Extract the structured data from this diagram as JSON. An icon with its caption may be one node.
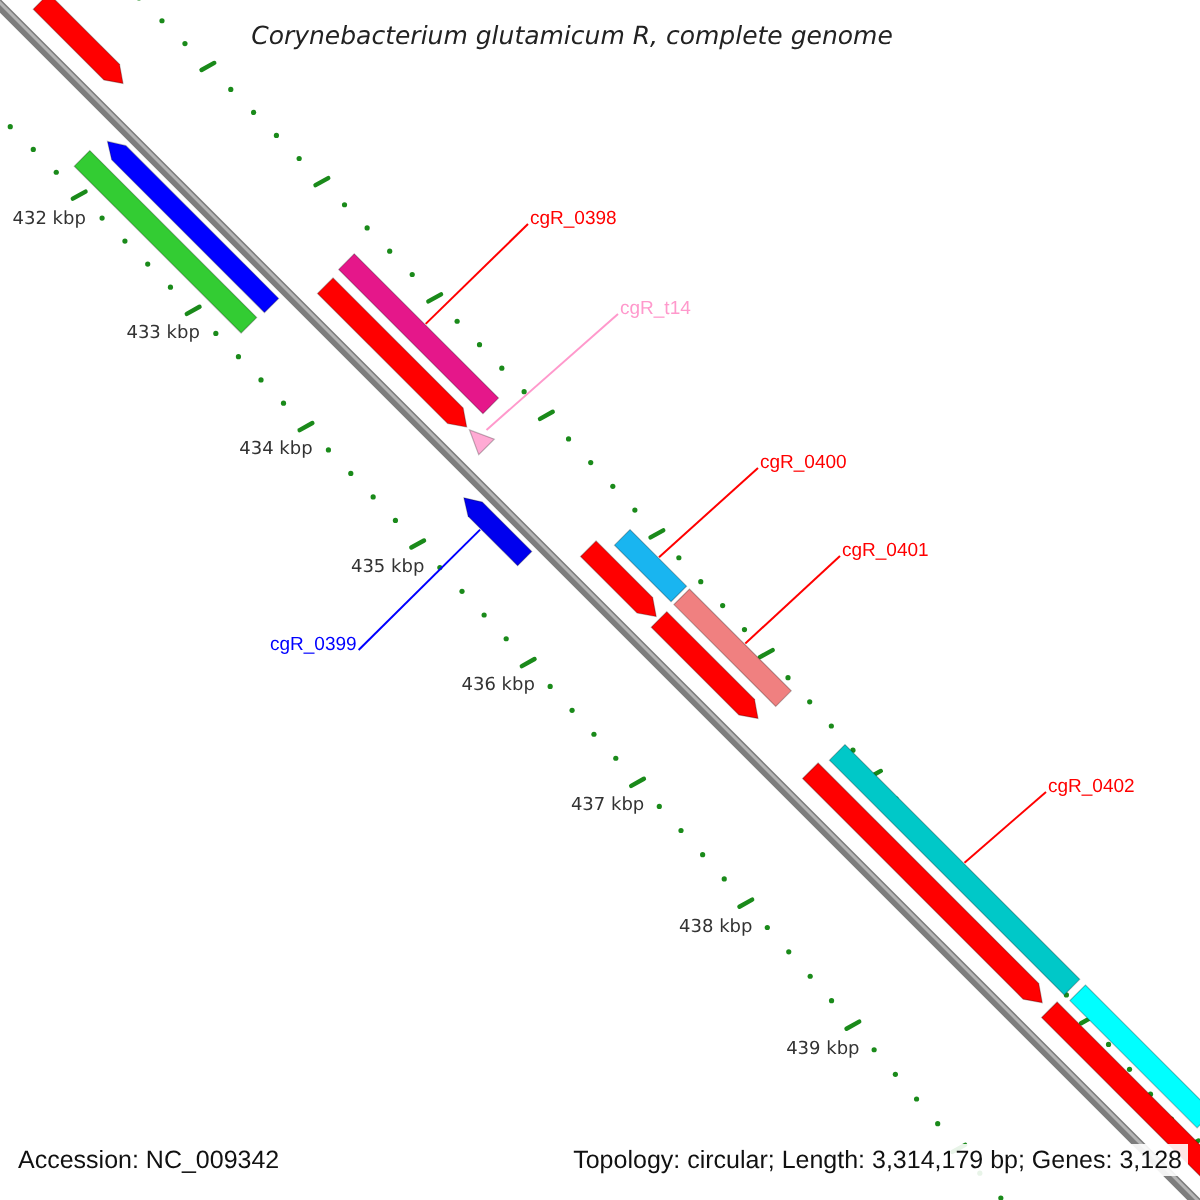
{
  "diagram": {
    "title": "Corynebacterium glutamicum R, complete genome",
    "nodes": [
      {
        "text": [
          "cgR_0398"
        ]
      },
      {
        "text": [
          "cgR_t14"
        ]
      },
      {
        "text": [
          "cgR_0400"
        ]
      },
      {
        "text": [
          "cgR_0401"
        ]
      },
      {
        "text": [
          "cgR_0399"
        ]
      },
      {
        "text": [
          "cgR_0402"
        ]
      },
      {
        "text": [],
        "shape": "bar"
      },
      {
        "text": [],
        "shape": "triangle"
      },
      {
        "text": [],
        "shape": "bar"
      },
      {
        "text": [],
        "shape": "bar"
      },
      {
        "text": [],
        "shape": "arrow"
      },
      {
        "text": [],
        "shape": "bar"
      },
      {
        "text": [],
        "shape": "arrow"
      },
      {
        "text": [],
        "shape": "arrow"
      },
      {
        "text": [],
        "shape": "bar"
      },
      {
        "text": [],
        "shape": "arrow"
      },
      {
        "text": [],
        "shape": "arrow"
      },
      {
        "text": [],
        "shape": "arrow"
      },
      {
        "text": [],
        "shape": "arrow"
      },
      {
        "text": [],
        "shape": "arrow"
      },
      {
        "text": [],
        "shape": "bar"
      }
    ],
    "edges": [
      {
        "from": 0,
        "to": 6,
        "arrow": "none"
      },
      {
        "from": 1,
        "to": 7,
        "arrow": "none",
        "color": "#ff99cc"
      },
      {
        "from": 2,
        "to": 8,
        "arrow": "none"
      },
      {
        "from": 3,
        "to": 9,
        "arrow": "none"
      },
      {
        "from": 4,
        "to": 10,
        "arrow": "none",
        "color": "#0000ff"
      },
      {
        "from": 5,
        "to": 11,
        "arrow": "none"
      }
    ],
    "labels": [
      "432 kbp",
      "433 kbp",
      "434 kbp",
      "435 kbp",
      "436 kbp",
      "437 kbp",
      "438 kbp",
      "439 kbp",
      "Accession: NC_009342",
      "Topology: circular; Length: 3,314,179 bp; Genes: 3,128"
    ]
  }
}
